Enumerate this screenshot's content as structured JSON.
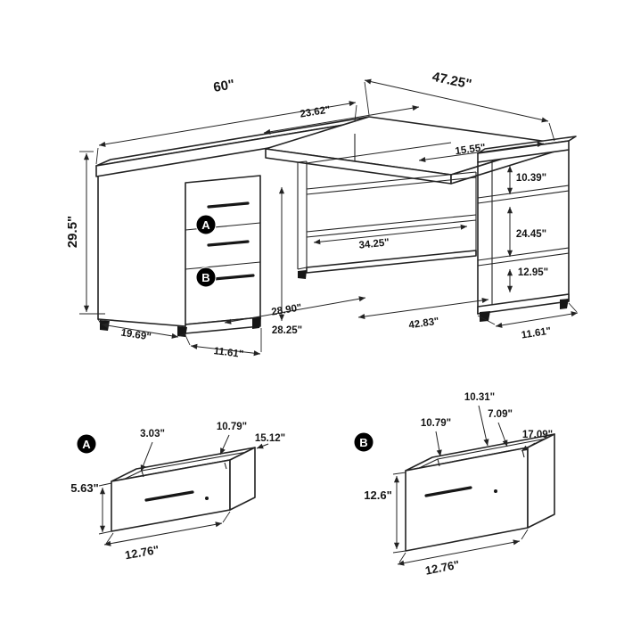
{
  "page": {
    "background": "#ffffff",
    "line_color": "#232323",
    "badge_color": "#000000"
  },
  "main_view": {
    "badge_a": "A",
    "badge_b": "B",
    "dims": {
      "width": "60\"",
      "return_depth": "47.25\"",
      "top_section": "23.62\"",
      "shelf_top_depth": "15.55\"",
      "height": "29.5\"",
      "shelf_upper": "10.39\"",
      "shelf_middle": "24.45\"",
      "shelf_lower": "12.95\"",
      "shelf_width": "34.25\"",
      "knee_width": "28.90\"",
      "knee_height": "28.25\"",
      "left_depth": "19.69\"",
      "pedestal_width": "11.61\"",
      "return_floor": "42.83\"",
      "bookcase_depth": "11.61\""
    }
  },
  "drawer_a": {
    "badge": "A",
    "dims": {
      "wall_thickness": "3.03\"",
      "inner_width": "10.79\"",
      "outer_width": "15.12\"",
      "height": "5.63\"",
      "width": "12.76\""
    }
  },
  "drawer_b": {
    "badge": "B",
    "dims": {
      "back_width": "10.31\"",
      "wall_thickness": "7.09\"",
      "inner_width": "10.79\"",
      "outer_width": "17.09\"",
      "height": "12.6\"",
      "width": "12.76\""
    }
  }
}
